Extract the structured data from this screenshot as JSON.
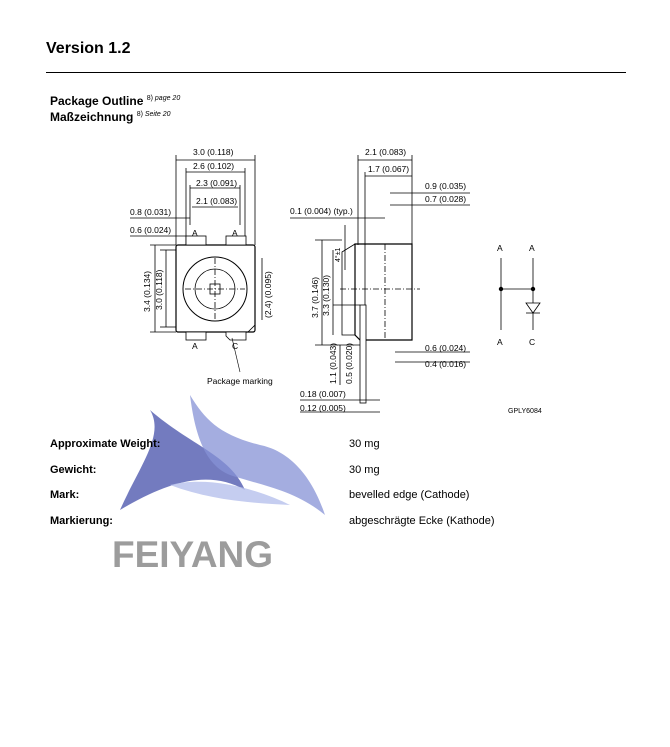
{
  "header": {
    "version": "Version 1.2"
  },
  "section": {
    "title_en": "Package Outline",
    "title_en_ref": "8)",
    "title_en_page": "page 20",
    "title_de": "Maßzeichnung",
    "title_de_ref": "8)",
    "title_de_page": "Seite 20"
  },
  "drawing": {
    "top_dim_1": "3.0 (0.118)",
    "top_dim_2": "2.6 (0.102)",
    "top_dim_3": "2.3 (0.091)",
    "top_dim_4": "2.1 (0.083)",
    "left_dim_1": "0.8 (0.031)",
    "left_dim_2": "0.6 (0.024)",
    "vert_dim_1": "3.4 (0.134)",
    "vert_dim_2": "3.0 (0.118)",
    "inner_dim": "(2.4) (0.095)",
    "pin_a_top_left": "A",
    "pin_a_top_right": "A",
    "pin_a_bottom_left": "A",
    "pin_c_bottom_right": "C",
    "package_marking": "Package marking",
    "side_top_1": "2.1 (0.083)",
    "side_top_2": "1.7 (0.067)",
    "side_right_1": "0.9 (0.035)",
    "side_right_2": "0.7 (0.028)",
    "side_typ": "0.1 (0.004) (typ.)",
    "side_angle": "4°±1",
    "side_vert_1": "3.7 (0.146)",
    "side_vert_2": "3.3 (0.130)",
    "side_lower_1": "1.1 (0.043)",
    "side_lower_2": "0.5 (0.020)",
    "side_br_1": "0.6 (0.024)",
    "side_br_2": "0.4 (0.016)",
    "side_bottom_1": "0.18 (0.007)",
    "side_bottom_2": "0.12 (0.005)",
    "schem_a1": "A",
    "schem_a2": "A",
    "schem_a3": "A",
    "schem_c": "C",
    "drawing_code": "GPLY6084"
  },
  "properties": [
    {
      "label": "Approximate Weight:",
      "value": "30 mg"
    },
    {
      "label": "Gewicht:",
      "value": "30 mg"
    },
    {
      "label": "Mark:",
      "value": "bevelled edge (Cathode)"
    },
    {
      "label": "Markierung:",
      "value": "abgeschrägte Ecke (Kathode)"
    }
  ],
  "watermark": {
    "text": "FEIYANG",
    "colors": {
      "blue": "#5b64b4",
      "light_blue": "#9aa8e0",
      "gray": "#9c9c9c"
    }
  }
}
